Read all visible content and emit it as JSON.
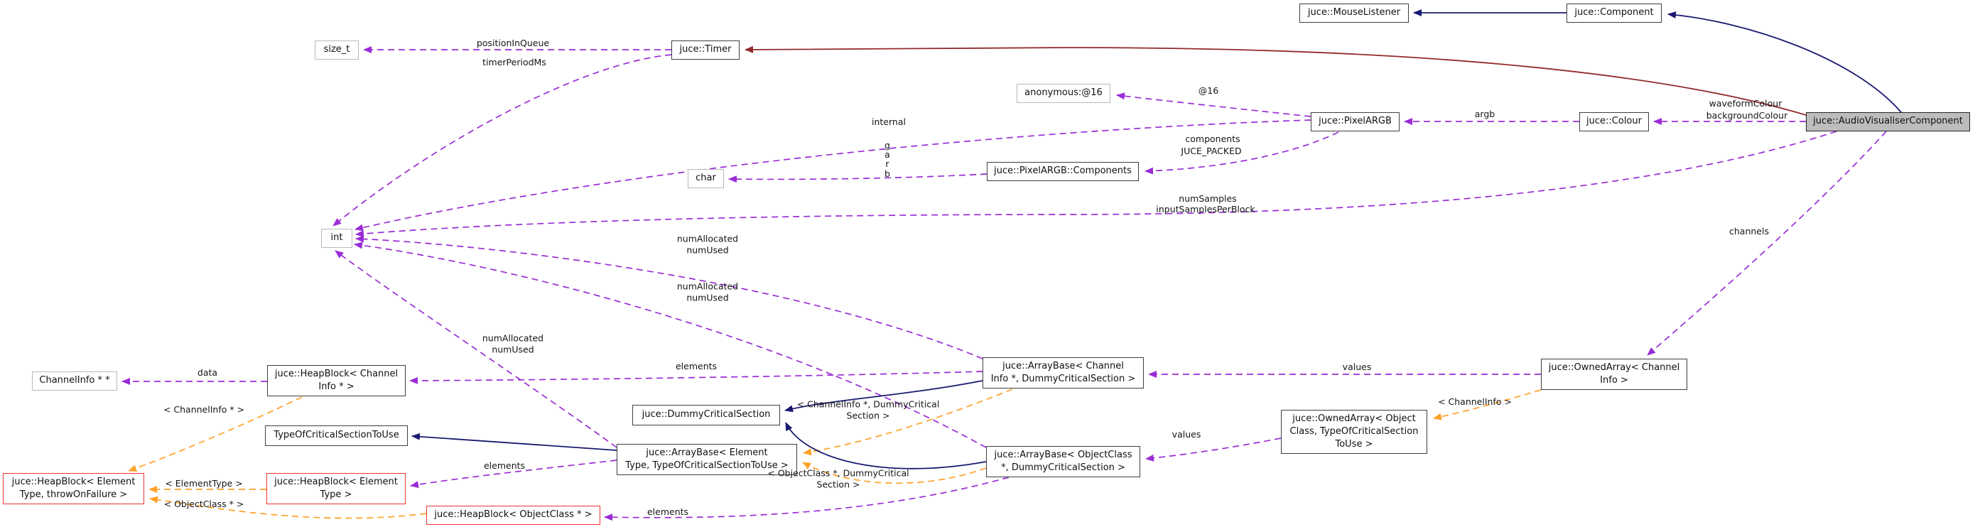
{
  "diagram": {
    "type": "doxygen-collaboration-graph",
    "focus_class": "juce::AudioVisualiserComponent",
    "colors": {
      "member_edge": "#9A2CD6",
      "template_edge": "#FFA126",
      "public_inherit_edge": "#191970",
      "protected_inherit_edge": "#922a2a",
      "current_node_fill": "#bdbdbd",
      "node_border": "#3f3f3f",
      "external_node_border": "#b9b9b9",
      "template_node_border": "#ee3131"
    },
    "nodes": {
      "mouselistener": {
        "label": "juce::MouseListener"
      },
      "component": {
        "label": "juce::Component"
      },
      "size_t": {
        "label": "size_t"
      },
      "timer": {
        "label": "juce::Timer"
      },
      "anon16": {
        "label": "anonymous:@16"
      },
      "pixelargb": {
        "label": "juce::PixelARGB"
      },
      "colour": {
        "label": "juce::Colour"
      },
      "avc": {
        "label": "juce::AudioVisualiserComponent"
      },
      "char": {
        "label": "char"
      },
      "components": {
        "label": "juce::PixelARGB::Components"
      },
      "int": {
        "label": "int"
      },
      "channelinfopp": {
        "label": "ChannelInfo * *"
      },
      "heapblock_ci": {
        "label": "juce::HeapBlock< Channel\nInfo * >"
      },
      "arraybase_ci": {
        "label": "juce::ArrayBase< Channel\nInfo *, DummyCriticalSection >"
      },
      "ownedarray_ci": {
        "label": "juce::OwnedArray< Channel\nInfo >"
      },
      "dummycs": {
        "label": "juce::DummyCriticalSection"
      },
      "tocstu": {
        "label": "TypeOfCriticalSectionToUse"
      },
      "arraybase_et": {
        "label": "juce::ArrayBase< Element\nType, TypeOfCriticalSectionToUse >"
      },
      "arraybase_oc": {
        "label": "juce::ArrayBase< ObjectClass\n*, DummyCriticalSection >"
      },
      "ownedarray_oc": {
        "label": "juce::OwnedArray< Object\nClass, TypeOfCriticalSection\nToUse >"
      },
      "heapblock_et_t": {
        "label": "juce::HeapBlock< Element\nType, throwOnFailure >"
      },
      "heapblock_et": {
        "label": "juce::HeapBlock< Element\nType >"
      },
      "heapblock_oc": {
        "label": "juce::HeapBlock< ObjectClass * >"
      }
    },
    "edge_labels": {
      "positionInQueue": "positionInQueue",
      "timerPeriodMs": "timerPeriodMs",
      "at16": "@16",
      "internal": "internal",
      "argb": "argb",
      "waveformColour": "waveformColour",
      "backgroundColour": "backgroundColour",
      "components": "components",
      "juce_packed": "JUCE_PACKED",
      "g": "g",
      "a": "a",
      "r": "r",
      "b": "b",
      "numSamples": "numSamples",
      "inputSamplesPerBlock": "inputSamplesPerBlock",
      "channels": "channels",
      "numpair1": "numAllocated\nnumUsed",
      "numpair2": "numAllocated\nnumUsed",
      "numpair3": "numAllocated\nnumUsed",
      "data": "data",
      "elements1": "elements",
      "elements2": "elements",
      "elements3": "elements",
      "values1": "values",
      "values2": "values",
      "tmpl_ci_ptr": "< ChannelInfo * >",
      "tmpl_ci": "< ChannelInfo >",
      "tmpl_ci_dcs": "< ChannelInfo *, DummyCritical\nSection >",
      "tmpl_oc_dcs": "< ObjectClass *, DummyCritical\nSection >",
      "tmpl_et": "< ElementType >",
      "tmpl_oc_ptr": "< ObjectClass * >"
    }
  }
}
